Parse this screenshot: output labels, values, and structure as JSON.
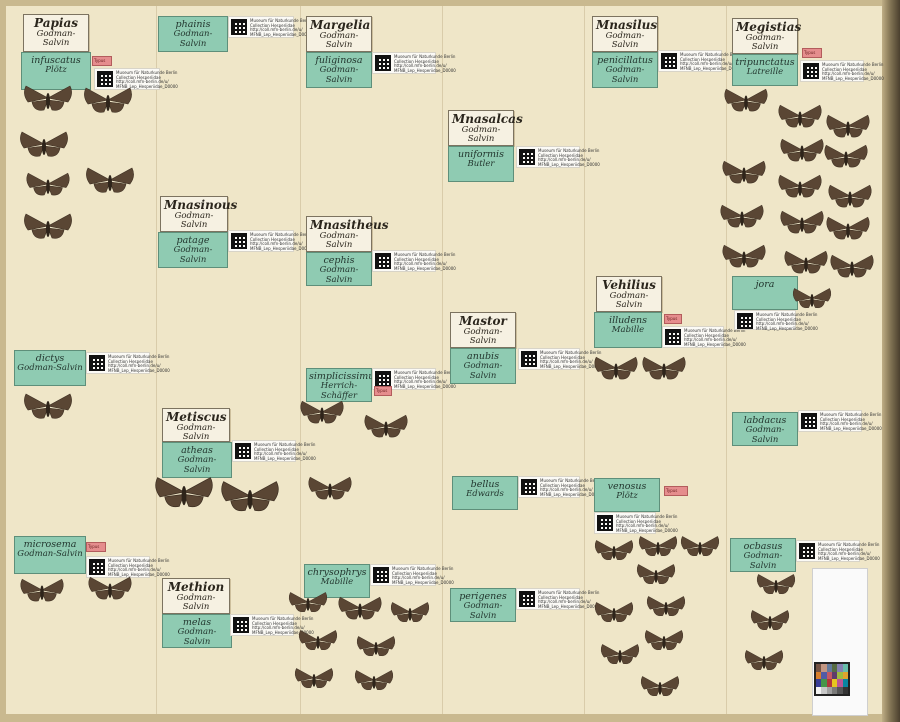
{
  "genera": [
    {
      "id": "papias",
      "name": "Papias",
      "author": "Godman-Salvin"
    },
    {
      "id": "mnasinous",
      "name": "Mnasinous",
      "author": "Godman-Salvin"
    },
    {
      "id": "metiscus",
      "name": "Metiscus",
      "author": "Godman-Salvin"
    },
    {
      "id": "methion",
      "name": "Methion",
      "author": "Godman-Salvin"
    },
    {
      "id": "margelia",
      "name": "Margelia",
      "author": "Godman-Salvin"
    },
    {
      "id": "mnasitheus",
      "name": "Mnasitheus",
      "author": "Godman-Salvin"
    },
    {
      "id": "mnasalcas",
      "name": "Mnasalcas",
      "author": "Godman-Salvin"
    },
    {
      "id": "mastor",
      "name": "Mastor",
      "author": "Godman-Salvin"
    },
    {
      "id": "mnasilus",
      "name": "Mnasilus",
      "author": "Godman-Salvin"
    },
    {
      "id": "vehilius",
      "name": "Vehilius",
      "author": "Godman-Salvin"
    },
    {
      "id": "megistias",
      "name": "Megistias",
      "author": "Godman-Salvin"
    }
  ],
  "species": [
    {
      "id": "infuscatus",
      "name": "infuscatus",
      "author": "Plötz"
    },
    {
      "id": "dictys",
      "name": "dictys",
      "author": "Godman-Salvin"
    },
    {
      "id": "microsema",
      "name": "microsema",
      "author": "Godman-Salvin"
    },
    {
      "id": "phainis",
      "name": "phainis",
      "author": "Godman-Salvin"
    },
    {
      "id": "patage",
      "name": "patage",
      "author": "Godman-Salvin"
    },
    {
      "id": "atheas",
      "name": "atheas",
      "author": "Godman-Salvin"
    },
    {
      "id": "melas",
      "name": "melas",
      "author": "Godman-Salvin"
    },
    {
      "id": "fuliginosa",
      "name": "fuliginosa",
      "author": "Godman-Salvin"
    },
    {
      "id": "cephis",
      "name": "cephis",
      "author": "Godman-Salvin"
    },
    {
      "id": "simplicissimus",
      "name": "simplicissimus",
      "author": "Herrich-Schäffer"
    },
    {
      "id": "chrysophrys",
      "name": "chrysophrys",
      "author": "Mabille"
    },
    {
      "id": "uniformis",
      "name": "uniformis",
      "author": "Butler"
    },
    {
      "id": "anubis",
      "name": "anubis",
      "author": "Godman-Salvin"
    },
    {
      "id": "bellus",
      "name": "bellus",
      "author": "Edwards"
    },
    {
      "id": "perigenes",
      "name": "perigenes",
      "author": "Godman-Salvin"
    },
    {
      "id": "penicillatus",
      "name": "penicillatus",
      "author": "Godman-Salvin"
    },
    {
      "id": "illudens",
      "name": "illudens",
      "author": "Mabille"
    },
    {
      "id": "venosus",
      "name": "venosus",
      "author": "Plötz"
    },
    {
      "id": "tripunctatus",
      "name": "tripunctatus",
      "author": "Latreille"
    },
    {
      "id": "jora",
      "name": "jora",
      "author": ""
    },
    {
      "id": "labdacus",
      "name": "labdacus",
      "author": "Godman-Salvin"
    },
    {
      "id": "ocbasus",
      "name": "ocbasus",
      "author": "Godman-Salvin"
    }
  ],
  "museum_label": {
    "line1": "Museum für Naturkunde Berlin",
    "line2": "Collection Hesperiidae",
    "line3": "http://coll.mfn-berlin.de/u/",
    "line4": "MFNB_Lep_Hesperiidae_D0000"
  },
  "type_label": "Typus",
  "colors": {
    "tray": "#efe6c8",
    "species_label": "#8fcbb2",
    "genus_label": "#f6f1e2",
    "specimen": "#5a4634",
    "type_label": "#e58d8d"
  }
}
